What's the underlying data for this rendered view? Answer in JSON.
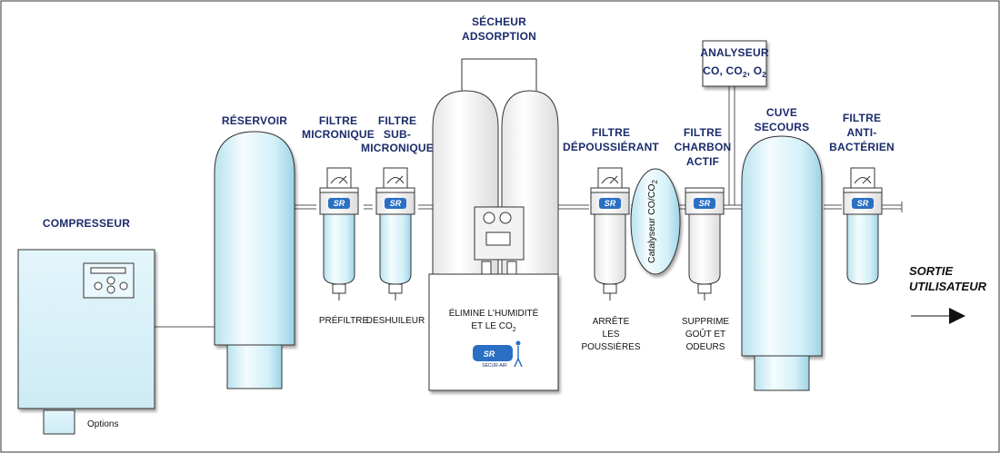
{
  "colors": {
    "tank_light": "#f2fbfd",
    "tank_mid": "#cfeef7",
    "tank_dark": "#9fd6e8",
    "label": "#1b2b6b",
    "logo": "#2a6fc4"
  },
  "labels": {
    "compresseur": "COMPRESSEUR",
    "reservoir": "RÉSERVOIR",
    "filtre_micro_1": "FILTRE",
    "filtre_micro_2": "MICRONIQUE",
    "filtre_sub_1": "FILTRE",
    "filtre_sub_2": "SUB-",
    "filtre_sub_3": "MICRONIQUE",
    "secheur_1": "SÉCHEUR",
    "secheur_2": "ADSORPTION",
    "filtre_dep_1": "FILTRE",
    "filtre_dep_2": "DÉPOUSSIÉRANT",
    "catalyseur": "Catalyseur CO/CO",
    "catalyseur_sub": "2",
    "filtre_charbon_1": "FILTRE",
    "filtre_charbon_2": "CHARBON",
    "filtre_charbon_3": "ACTIF",
    "analyseur_1": "ANALYSEUR",
    "analyseur_2a": "CO, CO",
    "analyseur_2b": "2",
    "analyseur_2c": ", O",
    "analyseur_2d": "2",
    "cuve_1": "CUVE",
    "cuve_2": "SECOURS",
    "filtre_anti_1": "FILTRE",
    "filtre_anti_2": "ANTI-",
    "filtre_anti_3": "BACTÉRIEN",
    "sortie_1": "SORTIE",
    "sortie_2": "UTILISATEUR"
  },
  "notes": {
    "prefiltre": "PRÉFILTRE",
    "deshuileur": "DESHUILEUR",
    "elimine_1": "ÉLIMINE L'HUMIDITÉ",
    "elimine_2a": "ET LE CO",
    "elimine_2b": "2",
    "arrete_1": "ARRÊTE",
    "arrete_2": "LES",
    "arrete_3": "POUSSIÈRES",
    "supprime_1": "SUPPRIME",
    "supprime_2": "GOÛT ET",
    "supprime_3": "ODEURS"
  },
  "logo": {
    "text": "SR",
    "sub": "SECUR-AIR"
  },
  "legend": {
    "options": "Options"
  }
}
